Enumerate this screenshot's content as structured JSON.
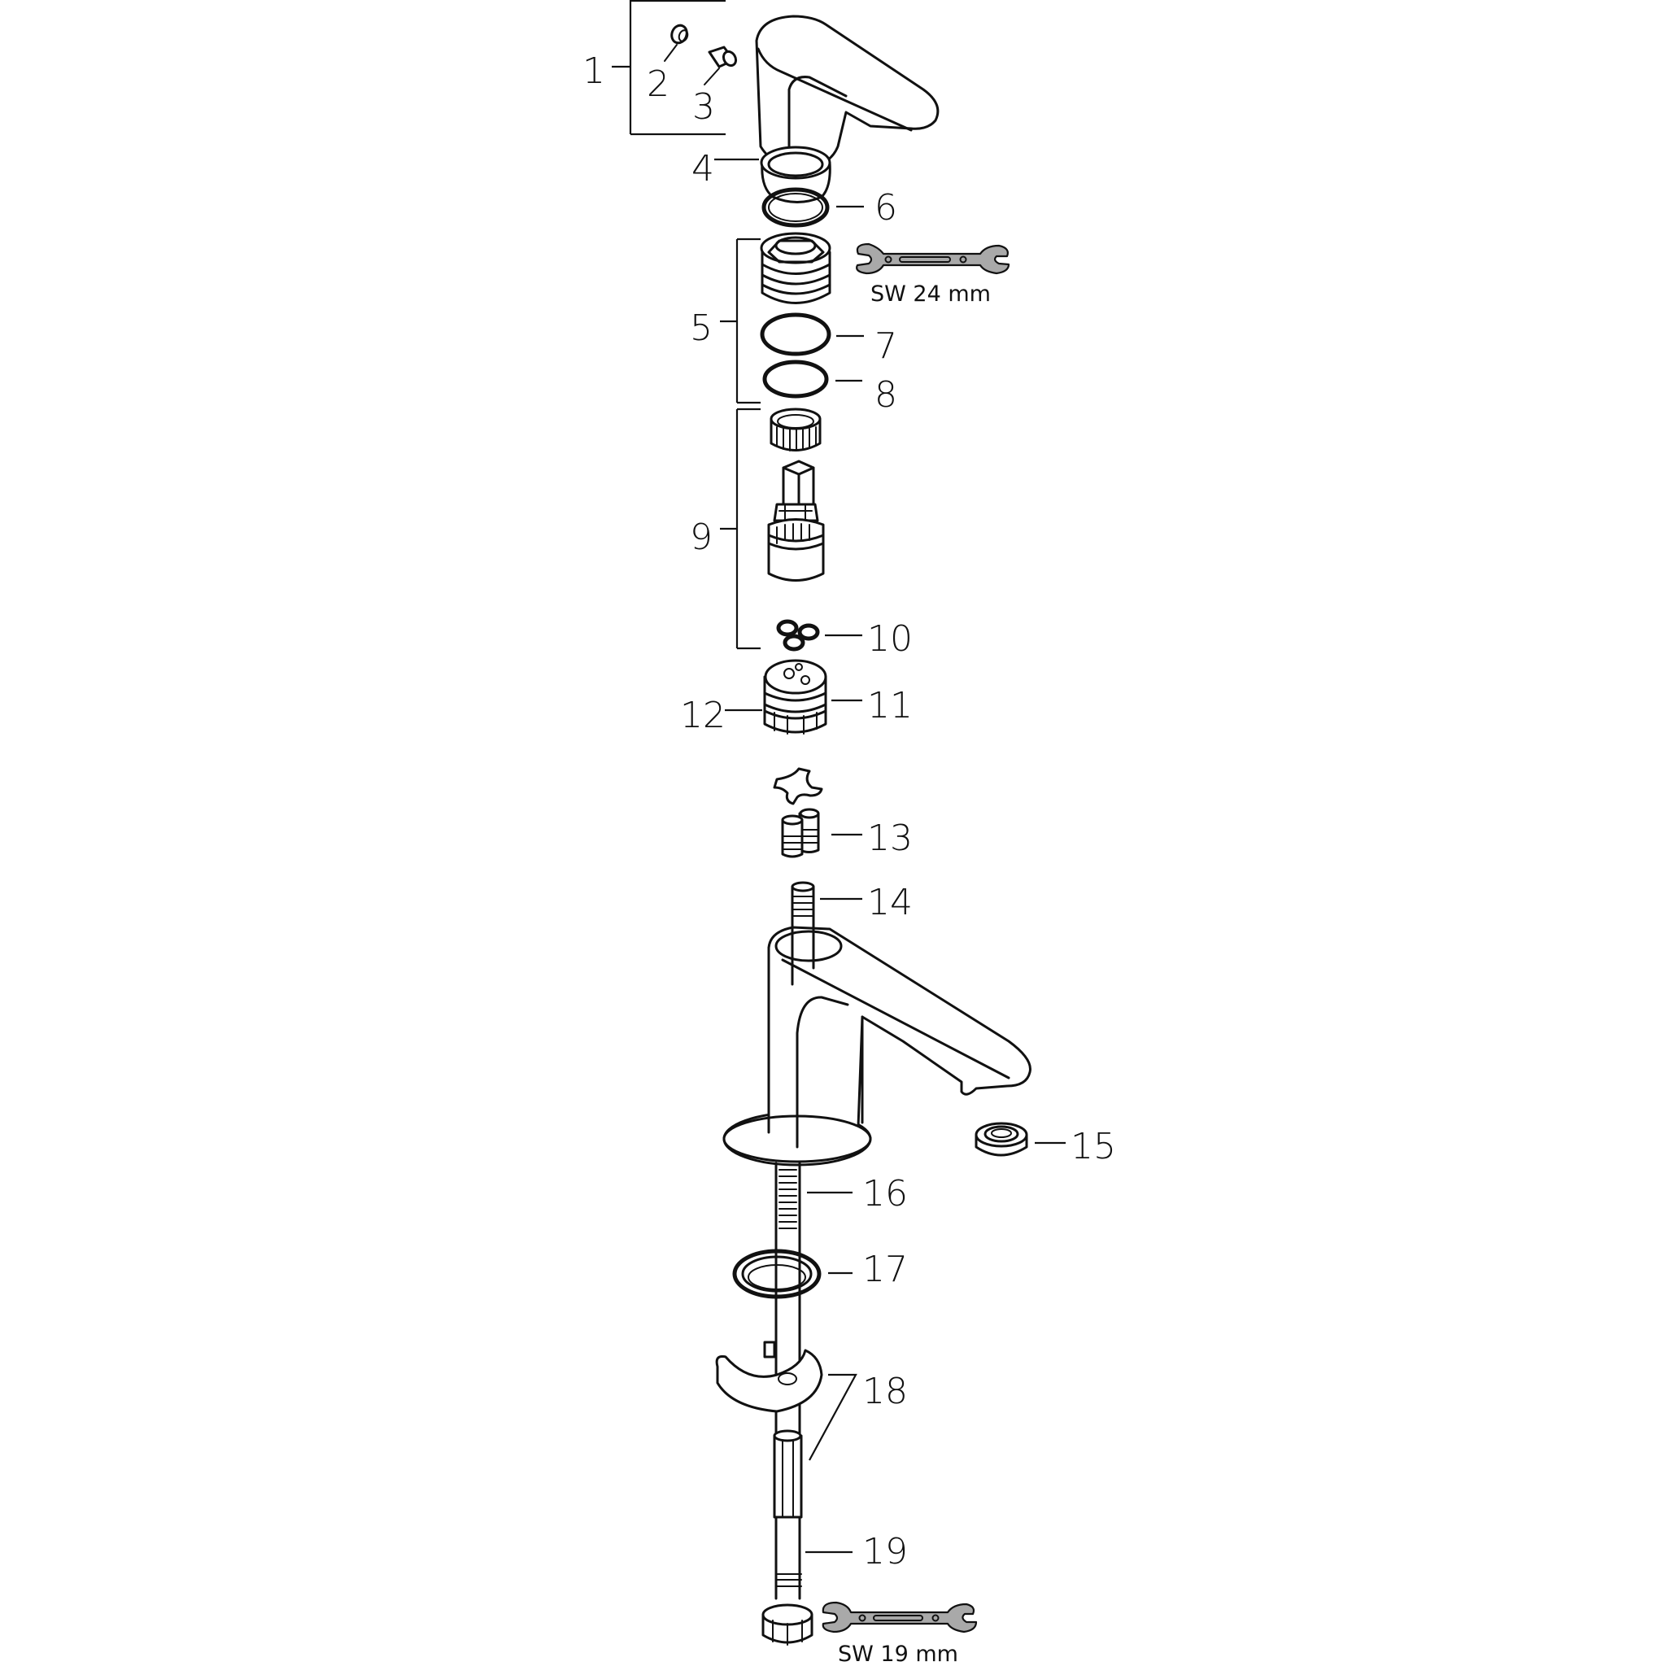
{
  "diagram": {
    "title": "Exploded parts diagram - single lever basin mixer",
    "colors": {
      "line": "#111111",
      "background": "#ffffff",
      "wrench_fill": "#a9a9a9"
    },
    "labels": [
      {
        "id": "1",
        "text": "1",
        "part": "handle-set"
      },
      {
        "id": "2",
        "text": "2",
        "part": "cap"
      },
      {
        "id": "3",
        "text": "3",
        "part": "set-screw"
      },
      {
        "id": "4",
        "text": "4",
        "part": "cover-cap"
      },
      {
        "id": "5",
        "text": "5",
        "part": "cartridge-nut-set"
      },
      {
        "id": "6",
        "text": "6",
        "part": "o-ring"
      },
      {
        "id": "7",
        "text": "7",
        "part": "o-ring"
      },
      {
        "id": "8",
        "text": "8",
        "part": "o-ring"
      },
      {
        "id": "9",
        "text": "9",
        "part": "cartridge-set"
      },
      {
        "id": "10",
        "text": "10",
        "part": "cartridge-seals"
      },
      {
        "id": "11",
        "text": "11",
        "part": "base-adapter"
      },
      {
        "id": "12",
        "text": "12",
        "part": "adapter-seal"
      },
      {
        "id": "13",
        "text": "13",
        "part": "connection-nipples"
      },
      {
        "id": "14",
        "text": "14",
        "part": "threaded-pin"
      },
      {
        "id": "15",
        "text": "15",
        "part": "aerator"
      },
      {
        "id": "16",
        "text": "16",
        "part": "threaded-rod"
      },
      {
        "id": "17",
        "text": "17",
        "part": "seal-ring"
      },
      {
        "id": "18",
        "text": "18",
        "part": "fixing-set"
      },
      {
        "id": "19",
        "text": "19",
        "part": "connection-hose"
      }
    ],
    "tools": [
      {
        "name": "wrench-24",
        "text": "SW 24 mm"
      },
      {
        "name": "wrench-19",
        "text": "SW 19 mm"
      }
    ]
  }
}
